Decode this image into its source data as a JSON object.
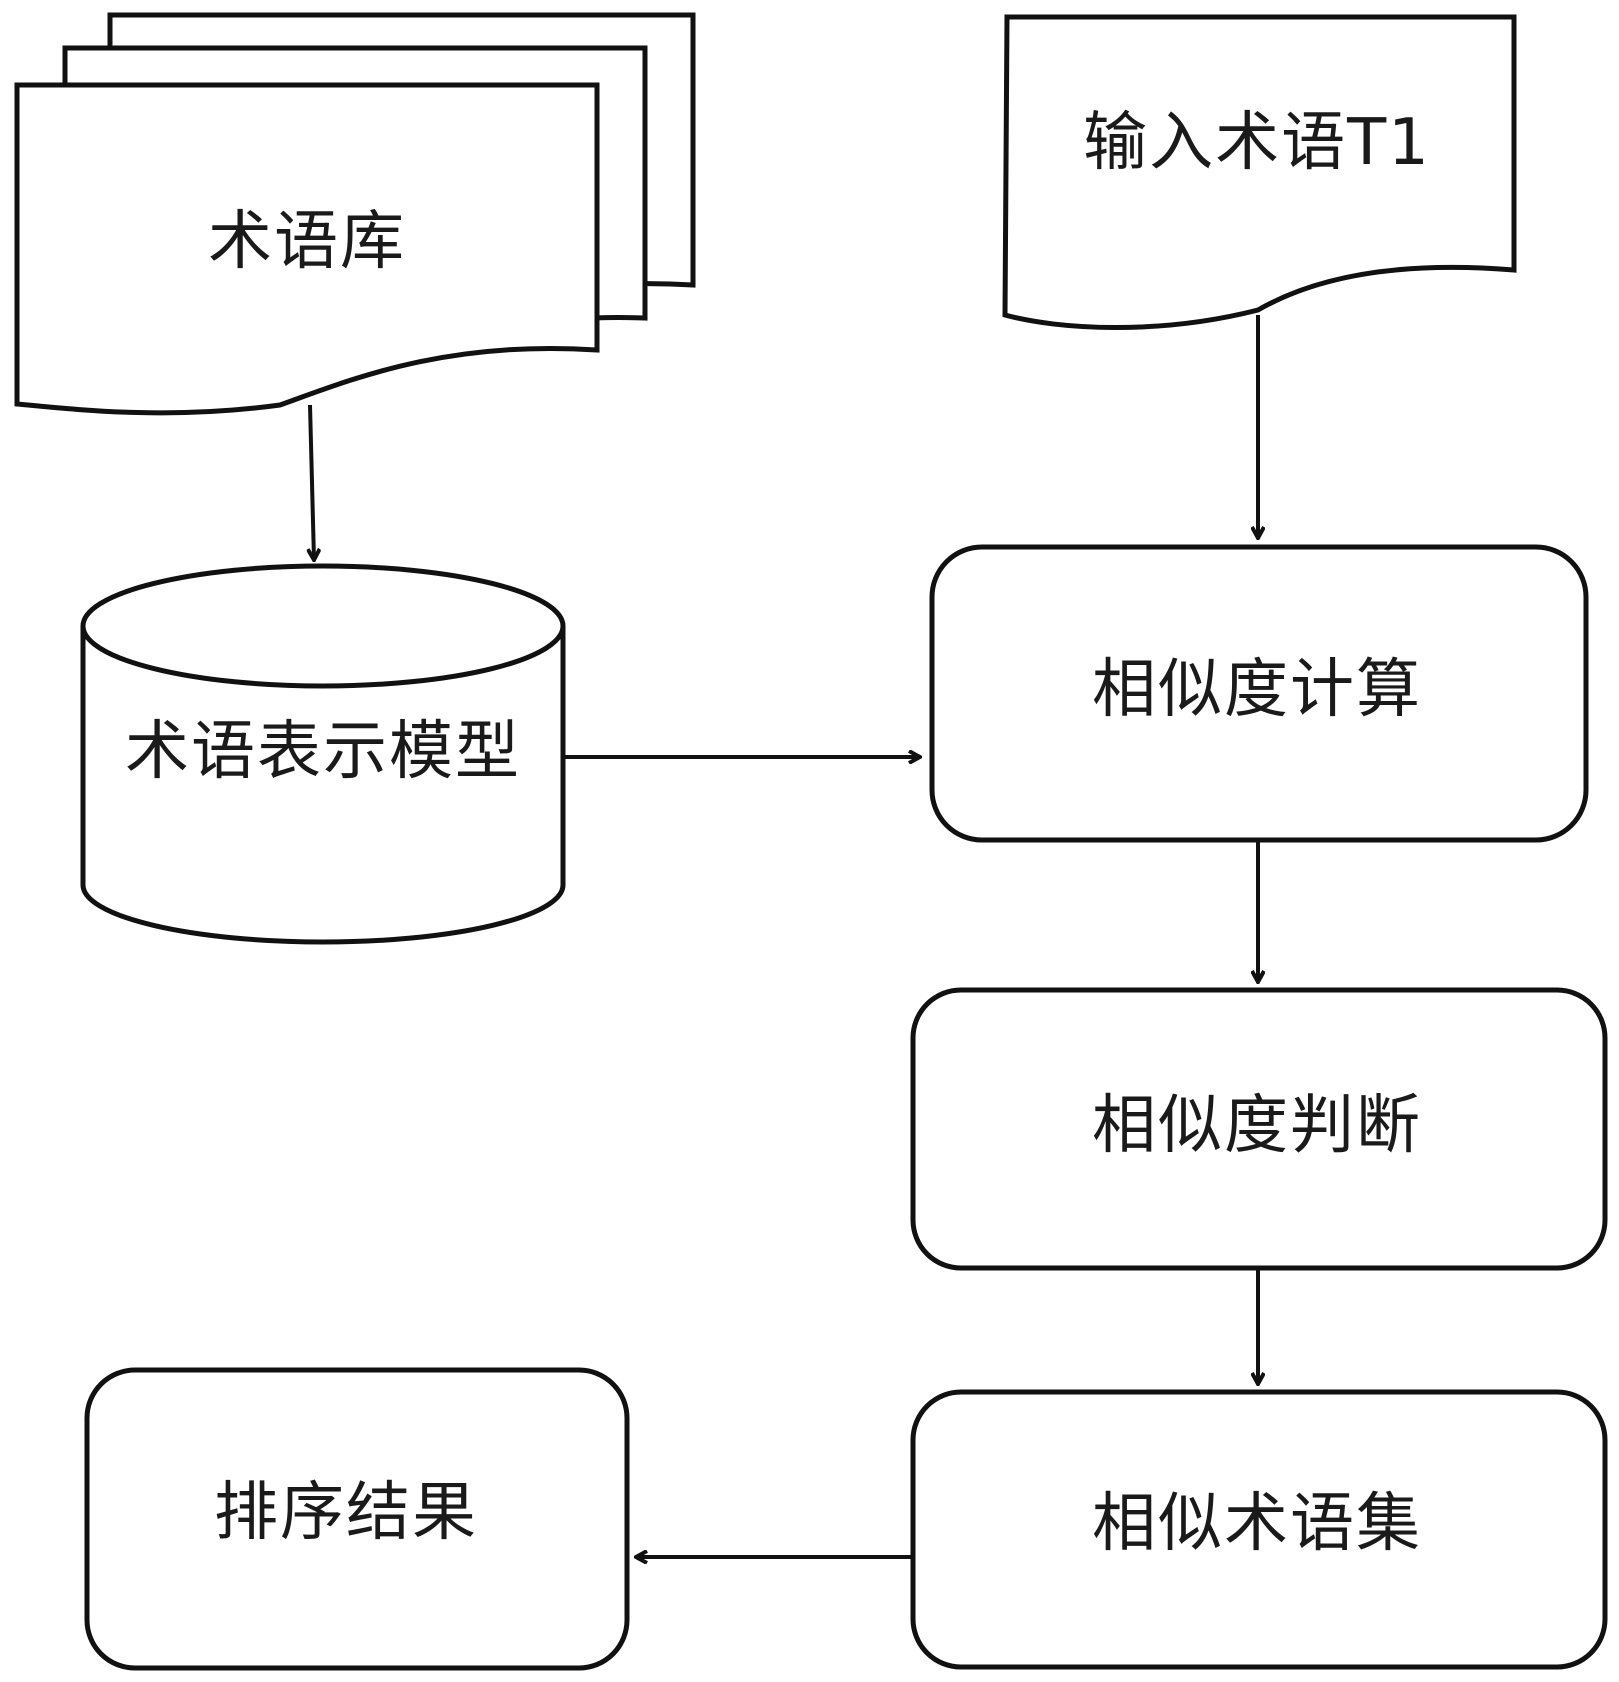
{
  "nodes": {
    "term_library": {
      "label": "术语库",
      "shape": "multi-document"
    },
    "input_term": {
      "label": "输入术语T1",
      "shape": "document"
    },
    "term_model": {
      "label": "术语表示模型",
      "shape": "database"
    },
    "similarity_calc": {
      "label": "相似度计算",
      "shape": "rounded-rectangle"
    },
    "similarity_judge": {
      "label": "相似度判断",
      "shape": "rounded-rectangle"
    },
    "similar_terms": {
      "label": "相似术语集",
      "shape": "rounded-rectangle"
    },
    "sorted_result": {
      "label": "排序结果",
      "shape": "rounded-rectangle"
    }
  },
  "edges": [
    {
      "from": "term_library",
      "to": "term_model"
    },
    {
      "from": "input_term",
      "to": "similarity_calc"
    },
    {
      "from": "term_model",
      "to": "similarity_calc"
    },
    {
      "from": "similarity_calc",
      "to": "similarity_judge"
    },
    {
      "from": "similarity_judge",
      "to": "similar_terms"
    },
    {
      "from": "similar_terms",
      "to": "sorted_result"
    }
  ]
}
